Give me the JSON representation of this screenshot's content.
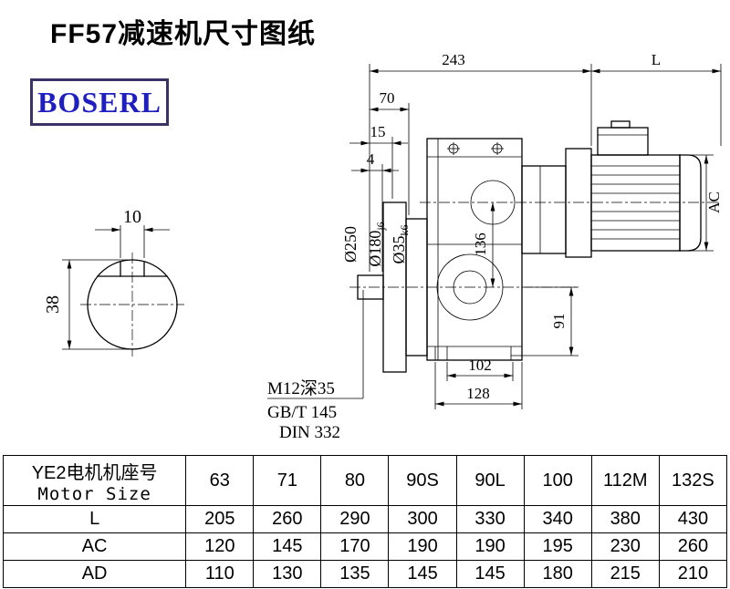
{
  "page": {
    "title": "FF57减速机尺寸图纸",
    "logo_text": "BOSERL"
  },
  "drawing": {
    "dim_243": "243",
    "dim_L": "L",
    "dim_70": "70",
    "dim_15": "15",
    "dim_4": "4",
    "dim_AC": "AC",
    "dim_10": "10",
    "dim_38": "38",
    "dim_136": "136",
    "dim_91": "91",
    "dim_102": "102",
    "dim_128": "128",
    "dia_250": "Ø250",
    "dia_180": "Ø180",
    "dia_180_tol": "j6",
    "dia_35": "Ø35",
    "dia_35_tol": "k6",
    "note_tap": "M12深35",
    "note_gb": "GB/T 145",
    "note_din": "DIN 332"
  },
  "table": {
    "header_cn": "YE2电机机座号",
    "header_en": "Motor Size",
    "columns": [
      "63",
      "71",
      "80",
      "90S",
      "90L",
      "100",
      "112M",
      "132S"
    ],
    "rows": [
      {
        "label": "L",
        "values": [
          "205",
          "260",
          "290",
          "300",
          "330",
          "340",
          "380",
          "430"
        ]
      },
      {
        "label": "AC",
        "values": [
          "120",
          "145",
          "170",
          "190",
          "190",
          "195",
          "230",
          "260"
        ]
      },
      {
        "label": "AD",
        "values": [
          "110",
          "130",
          "135",
          "145",
          "145",
          "180",
          "215",
          "210"
        ]
      }
    ]
  }
}
